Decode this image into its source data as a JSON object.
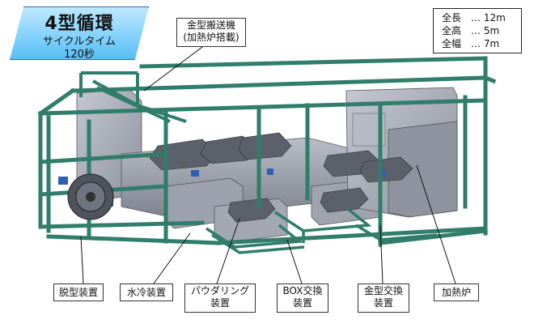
{
  "title": {
    "main": "4型循環",
    "sub1": "サイクルタイム",
    "sub2": "120秒"
  },
  "specs": [
    {
      "label": "全長",
      "value": "… 12m"
    },
    {
      "label": "全高",
      "value": "… 5m"
    },
    {
      "label": "全幅",
      "value": "… 7m"
    }
  ],
  "callouts": {
    "mold_transfer": {
      "line1": "金型搬送機",
      "line2": "(加熱炉搭載)"
    },
    "demold": {
      "line1": "脱型装置"
    },
    "water_cooling": {
      "line1": "水冷装置"
    },
    "powdering": {
      "line1": "パウダリング",
      "line2": "装置"
    },
    "box_exchange": {
      "line1": "BOX交換",
      "line2": "装置"
    },
    "mold_exchange": {
      "line1": "金型交換",
      "line2": "装置"
    },
    "furnace": {
      "line1": "加熱炉"
    }
  },
  "colors": {
    "frame": "#2f7d6a",
    "frame_dark": "#1d5c4c",
    "machine_gray": "#a9adb8",
    "machine_dark": "#6f7380",
    "title_fill": "#7fd0fb"
  }
}
